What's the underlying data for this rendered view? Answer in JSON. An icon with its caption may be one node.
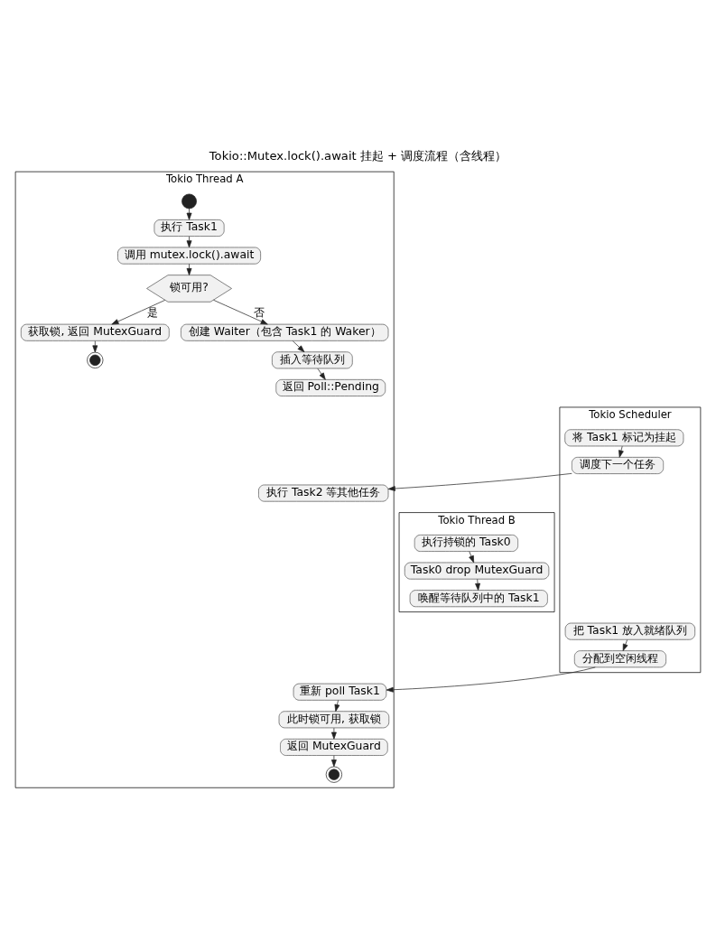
{
  "diagram": {
    "title": "Tokio::Mutex.lock().await 挂起 + 调度流程（含线程）",
    "nodes": [
      {
        "text": [
          "Tokio Thread A"
        ]
      },
      {
        "text": [
          "Tokio Scheduler"
        ]
      },
      {
        "text": [
          "Tokio Thread B"
        ]
      },
      {
        "text": [],
        "shape": "circle",
        "in": 0
      },
      {
        "text": [
          "执行 Task1"
        ],
        "in": 0
      },
      {
        "text": [
          "调用 mutex.lock().await"
        ],
        "in": 0
      },
      {
        "text": [
          "锁可用?"
        ],
        "in": 0
      },
      {
        "text": [
          "获取锁, 返回 MutexGuard"
        ],
        "in": 0
      },
      {
        "text": [],
        "shape": "circle",
        "in": 0
      },
      {
        "text": [
          "创建 Waiter（包含 Task1 的 Waker）"
        ],
        "in": 0
      },
      {
        "text": [
          "插入等待队列"
        ],
        "in": 0
      },
      {
        "text": [
          "返回 Poll::Pending"
        ],
        "in": 0
      },
      {
        "text": [
          "将 Task1 标记为挂起"
        ],
        "in": 1
      },
      {
        "text": [
          "调度下一个任务"
        ],
        "in": 1
      },
      {
        "text": [
          "执行 Task2 等其他任务"
        ],
        "in": 0
      },
      {
        "text": [
          "执行持锁的 Task0"
        ],
        "in": 2
      },
      {
        "text": [
          "Task0 drop MutexGuard"
        ],
        "in": 2
      },
      {
        "text": [
          "唤醒等待队列中的 Task1"
        ],
        "in": 2
      },
      {
        "text": [
          "把 Task1 放入就绪队列"
        ],
        "in": 1
      },
      {
        "text": [
          "分配到空闲线程"
        ],
        "in": 1
      },
      {
        "text": [
          "重新 poll Task1"
        ],
        "in": 0
      },
      {
        "text": [
          "此时锁可用, 获取锁"
        ],
        "in": 0
      },
      {
        "text": [
          "返回 MutexGuard"
        ],
        "in": 0
      },
      {
        "text": [],
        "shape": "circle",
        "in": 0
      }
    ],
    "edges": [
      {
        "from": 3,
        "to": 4,
        "arrow": "to"
      },
      {
        "from": 4,
        "to": 5,
        "arrow": "to"
      },
      {
        "from": 5,
        "to": 6,
        "arrow": "to"
      },
      {
        "from": 6,
        "to": 7,
        "arrow": "to",
        "label": "是"
      },
      {
        "from": 7,
        "to": 8,
        "arrow": "to"
      },
      {
        "from": 6,
        "to": 9,
        "arrow": "to",
        "label": "否"
      },
      {
        "from": 9,
        "to": 10,
        "arrow": "to"
      },
      {
        "from": 10,
        "to": 11,
        "arrow": "to"
      },
      {
        "from": 12,
        "to": 13,
        "arrow": "to"
      },
      {
        "from": 13,
        "to": 14,
        "arrow": "to"
      },
      {
        "from": 15,
        "to": 16,
        "arrow": "to"
      },
      {
        "from": 16,
        "to": 17,
        "arrow": "to"
      },
      {
        "from": 18,
        "to": 19,
        "arrow": "to"
      },
      {
        "from": 19,
        "to": 20,
        "arrow": "to"
      },
      {
        "from": 20,
        "to": 21,
        "arrow": "to"
      },
      {
        "from": 21,
        "to": 22,
        "arrow": "to"
      },
      {
        "from": 22,
        "to": 23,
        "arrow": "to"
      }
    ]
  }
}
